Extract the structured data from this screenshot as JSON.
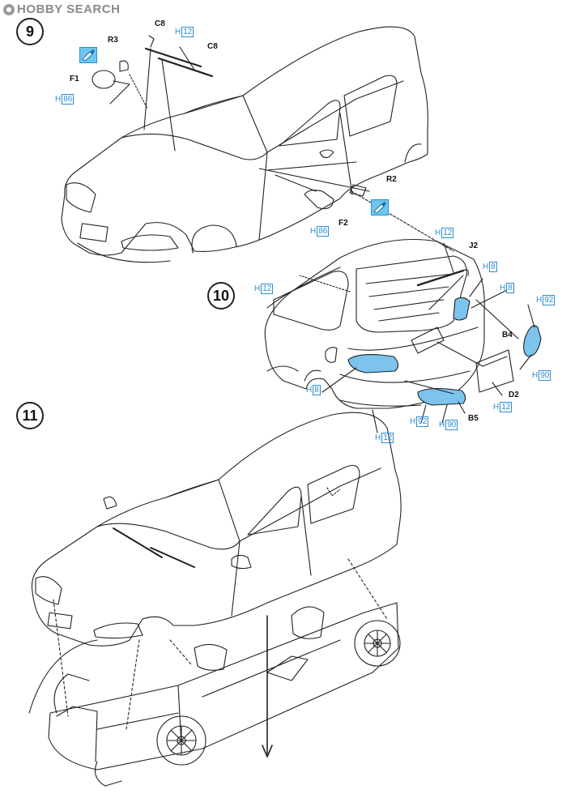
{
  "header": {
    "watermark": "HOBBY SEARCH",
    "watermark_icon": "hobby-search-logo-icon"
  },
  "colors": {
    "line": "#222222",
    "paint_fill": "#7cc4ee",
    "callout": "#2a8fd0"
  },
  "steps": [
    {
      "number": "9",
      "parts": [
        "C8",
        "C8",
        "R3",
        "F1",
        "R2",
        "F2"
      ],
      "colors": [
        {
          "prefix": "H",
          "code": "12"
        },
        {
          "prefix": "H",
          "code": "86"
        },
        {
          "prefix": "H",
          "code": "86"
        }
      ],
      "icons": [
        "paint-brush-icon",
        "paint-brush-icon"
      ]
    },
    {
      "number": "10",
      "parts": [
        "J2",
        "B4",
        "D2",
        "B5"
      ],
      "colors": [
        {
          "prefix": "H",
          "code": "12"
        },
        {
          "prefix": "H",
          "code": "8"
        },
        {
          "prefix": "H",
          "code": "8"
        },
        {
          "prefix": "H",
          "code": "12"
        },
        {
          "prefix": "H",
          "code": "92"
        },
        {
          "prefix": "H",
          "code": "90"
        },
        {
          "prefix": "H",
          "code": "8"
        },
        {
          "prefix": "H",
          "code": "12"
        },
        {
          "prefix": "H",
          "code": "92"
        },
        {
          "prefix": "H",
          "code": "90"
        },
        {
          "prefix": "H",
          "code": "12"
        }
      ]
    },
    {
      "number": "11"
    }
  ]
}
